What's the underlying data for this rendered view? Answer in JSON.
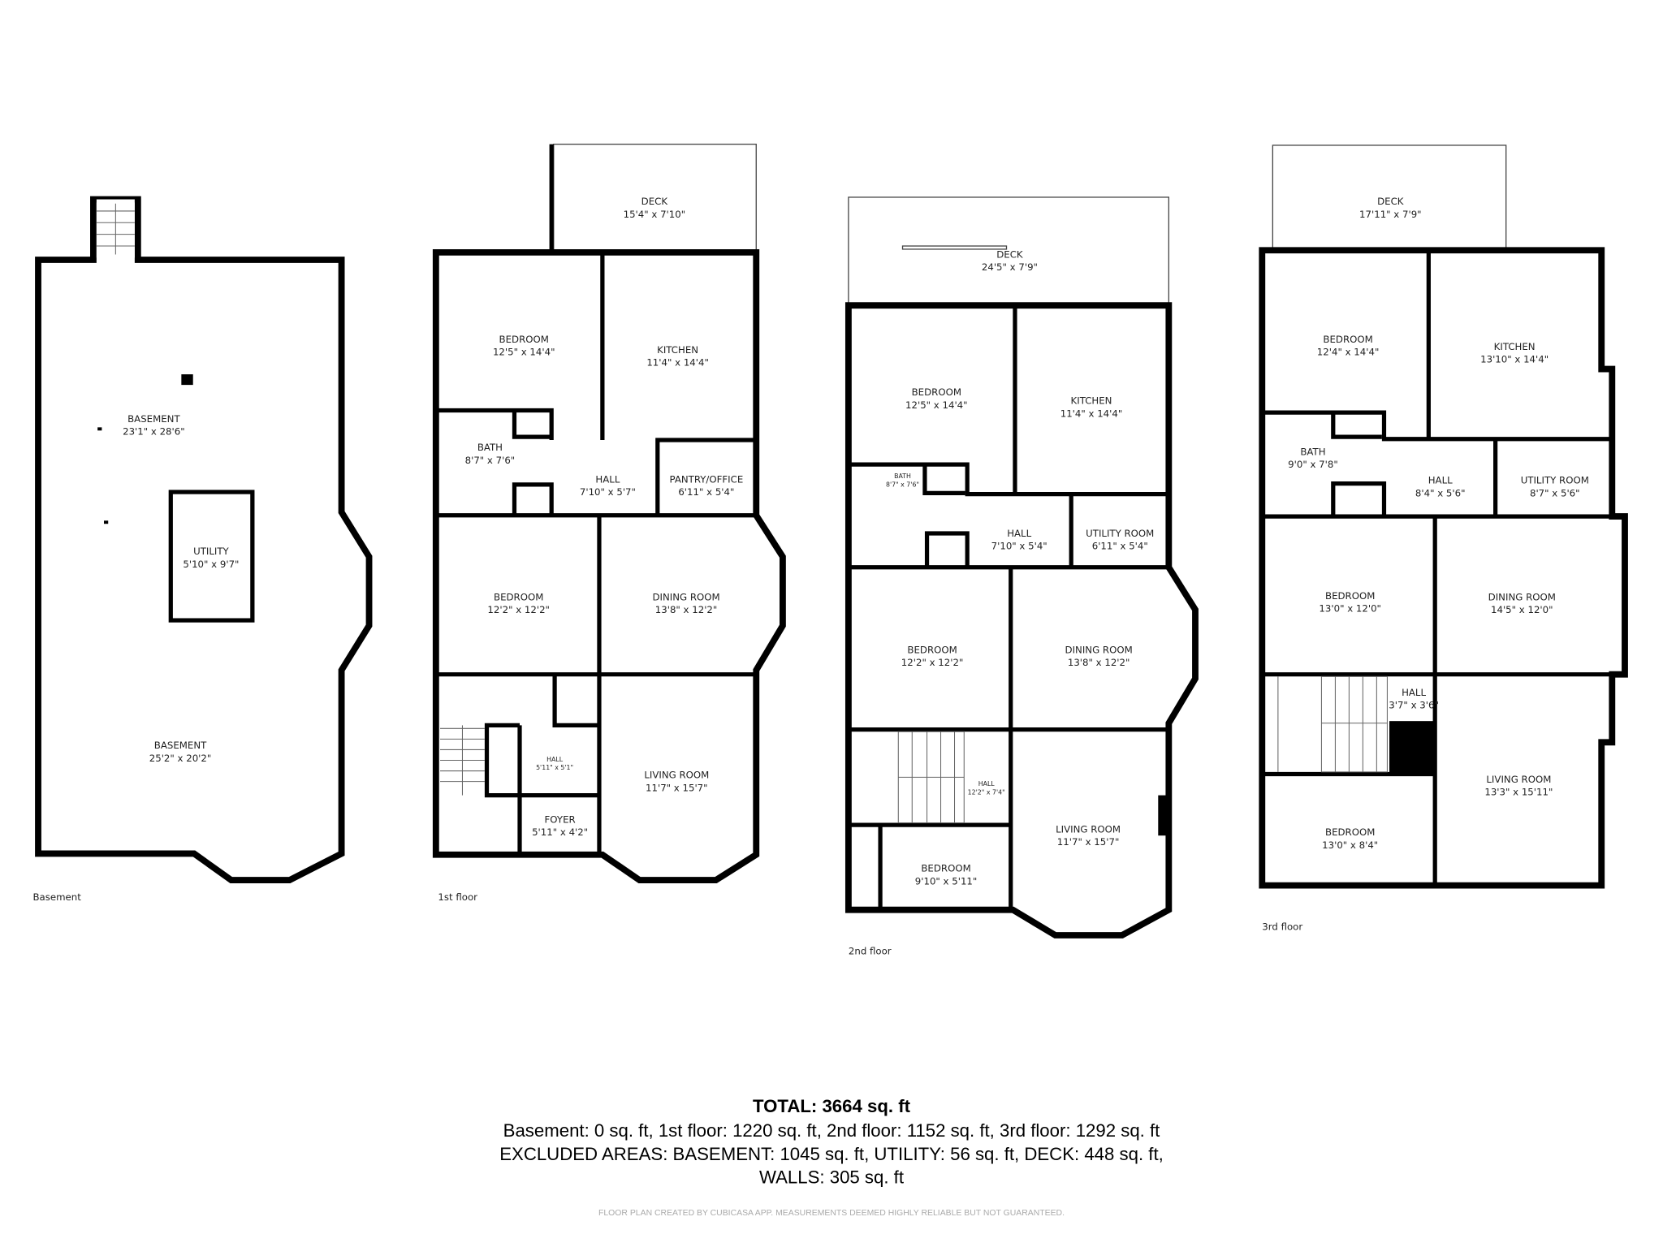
{
  "floors": [
    {
      "label": "Basement",
      "rooms": [
        {
          "name": "BASEMENT",
          "dims": "23'1\" x 28'6\""
        },
        {
          "name": "UTILITY",
          "dims": "5'10\" x 9'7\""
        },
        {
          "name": "BASEMENT",
          "dims": "25'2\" x 20'2\""
        }
      ]
    },
    {
      "label": "1st floor",
      "rooms": [
        {
          "name": "DECK",
          "dims": "15'4\" x 7'10\""
        },
        {
          "name": "BEDROOM",
          "dims": "12'5\" x 14'4\""
        },
        {
          "name": "KITCHEN",
          "dims": "11'4\" x 14'4\""
        },
        {
          "name": "BATH",
          "dims": "8'7\" x 7'6\""
        },
        {
          "name": "HALL",
          "dims": "7'10\" x 5'7\""
        },
        {
          "name": "PANTRY/OFFICE",
          "dims": "6'11\" x 5'4\""
        },
        {
          "name": "BEDROOM",
          "dims": "12'2\" x 12'2\""
        },
        {
          "name": "DINING ROOM",
          "dims": "13'8\" x 12'2\""
        },
        {
          "name": "HALL",
          "dims": "5'11\" x 5'1\""
        },
        {
          "name": "FOYER",
          "dims": "5'11\" x 4'2\""
        },
        {
          "name": "LIVING ROOM",
          "dims": "11'7\" x 15'7\""
        }
      ]
    },
    {
      "label": "2nd floor",
      "rooms": [
        {
          "name": "DECK",
          "dims": "24'5\" x 7'9\""
        },
        {
          "name": "BEDROOM",
          "dims": "12'5\" x 14'4\""
        },
        {
          "name": "KITCHEN",
          "dims": "11'4\" x 14'4\""
        },
        {
          "name": "BATH",
          "dims": "8'7\" x 7'6\""
        },
        {
          "name": "HALL",
          "dims": "7'10\" x 5'4\""
        },
        {
          "name": "UTILITY ROOM",
          "dims": "6'11\" x 5'4\""
        },
        {
          "name": "BEDROOM",
          "dims": "12'2\" x 12'2\""
        },
        {
          "name": "DINING ROOM",
          "dims": "13'8\" x 12'2\""
        },
        {
          "name": "HALL",
          "dims": "12'2\" x 7'4\""
        },
        {
          "name": "LIVING ROOM",
          "dims": "11'7\" x 15'7\""
        },
        {
          "name": "BEDROOM",
          "dims": "9'10\" x 5'11\""
        }
      ]
    },
    {
      "label": "3rd floor",
      "rooms": [
        {
          "name": "DECK",
          "dims": "17'11\" x 7'9\""
        },
        {
          "name": "BEDROOM",
          "dims": "12'4\" x 14'4\""
        },
        {
          "name": "KITCHEN",
          "dims": "13'10\" x 14'4\""
        },
        {
          "name": "BATH",
          "dims": "9'0\" x 7'8\""
        },
        {
          "name": "HALL",
          "dims": "8'4\" x 5'6\""
        },
        {
          "name": "UTILITY ROOM",
          "dims": "8'7\" x 5'6\""
        },
        {
          "name": "BEDROOM",
          "dims": "13'0\" x 12'0\""
        },
        {
          "name": "DINING ROOM",
          "dims": "14'5\" x 12'0\""
        },
        {
          "name": "HALL",
          "dims": "3'7\" x 3'6\""
        },
        {
          "name": "LIVING ROOM",
          "dims": "13'3\" x 15'11\""
        },
        {
          "name": "BEDROOM",
          "dims": "13'0\" x 8'4\""
        }
      ]
    }
  ],
  "summary": {
    "total": "TOTAL: 3664 sq. ft",
    "line1": "Basement: 0 sq. ft, 1st floor: 1220 sq. ft, 2nd floor: 1152 sq. ft, 3rd floor: 1292 sq. ft",
    "line2": "EXCLUDED AREAS: BASEMENT: 1045 sq. ft, UTILITY: 56 sq. ft, DECK: 448 sq. ft,",
    "line3": "WALLS: 305 sq. ft"
  },
  "footer": "FLOOR PLAN CREATED BY CUBICASA APP. MEASUREMENTS DEEMED HIGHLY RELIABLE BUT NOT GUARANTEED."
}
